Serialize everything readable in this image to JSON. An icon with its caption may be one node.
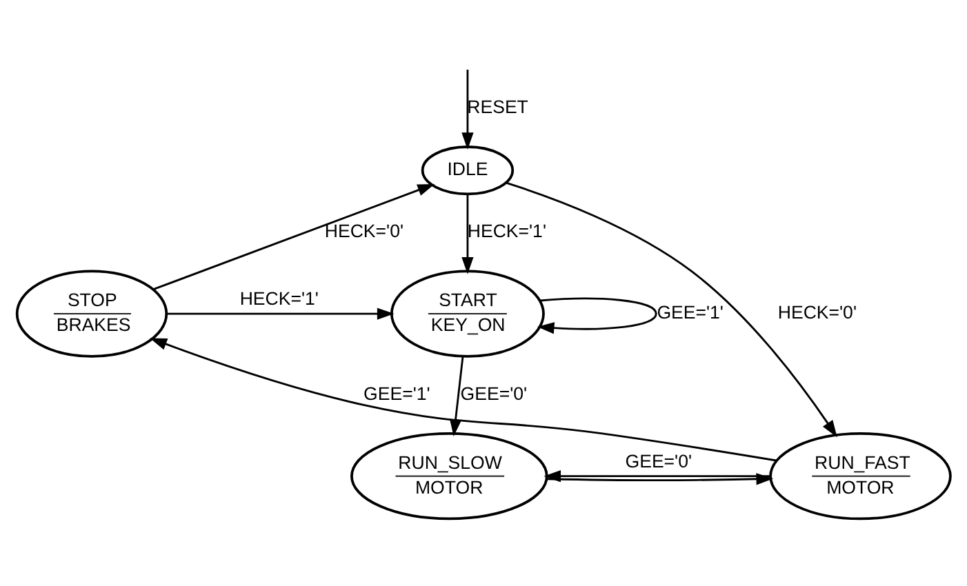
{
  "diagram": {
    "nodes": [
      {
        "text": [
          "IDLE"
        ]
      },
      {
        "text": [
          "START",
          "KEY_ON"
        ]
      },
      {
        "text": [
          "STOP",
          "BRAKES"
        ]
      },
      {
        "text": [
          "RUN_SLOW",
          "MOTOR"
        ]
      },
      {
        "text": [
          "RUN_FAST",
          "MOTOR"
        ]
      }
    ],
    "edges": [
      {
        "from": null,
        "to": 0,
        "arrow": "to",
        "label": "RESET"
      },
      {
        "from": 0,
        "to": 1,
        "arrow": "to",
        "label": "HECK='1'"
      },
      {
        "from": 0,
        "to": 4,
        "arrow": "to",
        "label": "HECK='0'"
      },
      {
        "from": 2,
        "to": 0,
        "arrow": "to",
        "label": "HECK='0'"
      },
      {
        "from": 2,
        "to": 1,
        "arrow": "to",
        "label": "HECK='1'"
      },
      {
        "from": 1,
        "to": 1,
        "arrow": "to",
        "label": "GEE='1'"
      },
      {
        "from": 1,
        "to": 3,
        "arrow": "to",
        "label": "GEE='0'"
      },
      {
        "from": 4,
        "to": 2,
        "arrow": "to",
        "label": "GEE='1'"
      },
      {
        "from": 4,
        "to": 3,
        "arrow": "to",
        "label": "GEE='0'"
      },
      {
        "from": 3,
        "to": 4,
        "arrow": "to"
      }
    ]
  }
}
